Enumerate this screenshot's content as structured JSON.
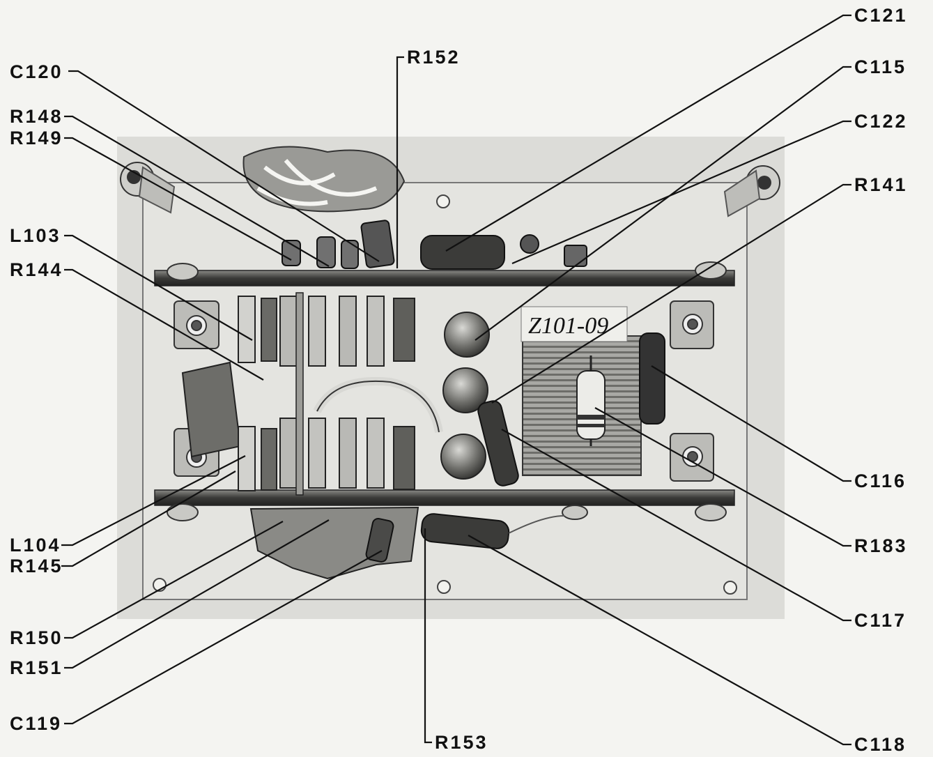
{
  "board_marking": "Z101-09",
  "labels": {
    "C120": "C120",
    "R148": "R148",
    "R149": "R149",
    "L103": "L103",
    "R144": "R144",
    "L104": "L104",
    "R145": "R145",
    "R150": "R150",
    "R151": "R151",
    "C119": "C119",
    "R152": "R152",
    "R153": "R153",
    "C121": "C121",
    "C115": "C115",
    "C122": "C122",
    "R141": "R141",
    "C116": "C116",
    "R183": "R183",
    "C117": "C117",
    "C118": "C118"
  }
}
